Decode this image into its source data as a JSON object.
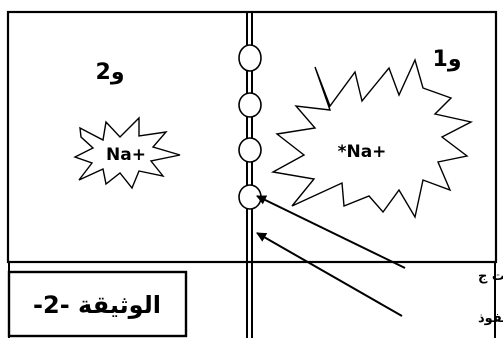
{
  "compartments": {
    "left_label": "و2",
    "right_label": "و1"
  },
  "ions": {
    "left": "Na+",
    "right": "*Na+"
  },
  "annotations": {
    "particles_label": "الجزيئات ج",
    "membrane_label": "غشاء غير نفوذ"
  },
  "document": {
    "title": "الوثيقة -2-"
  }
}
